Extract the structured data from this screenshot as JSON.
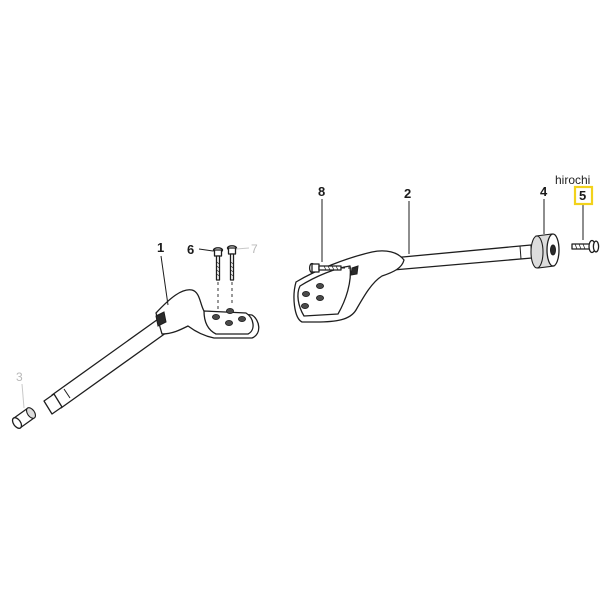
{
  "watermark": {
    "text": "hirochi",
    "highlight_color": "#f2d21b"
  },
  "parts": [
    {
      "id": "1",
      "label": "1",
      "description_icon": "left-footpeg-bracket"
    },
    {
      "id": "2",
      "label": "2",
      "description_icon": "right-footpeg-bracket"
    },
    {
      "id": "3",
      "label": "3",
      "faint": true,
      "description_icon": "rubber-end-cap"
    },
    {
      "id": "4",
      "label": "4",
      "description_icon": "rubber-bushing"
    },
    {
      "id": "5",
      "label": "5",
      "highlighted": true,
      "description_icon": "bolt"
    },
    {
      "id": "6",
      "label": "6",
      "description_icon": "bolt"
    },
    {
      "id": "7",
      "label": "7",
      "faint": true,
      "description_icon": "bolt"
    },
    {
      "id": "8",
      "label": "8",
      "description_icon": "bolt"
    }
  ]
}
